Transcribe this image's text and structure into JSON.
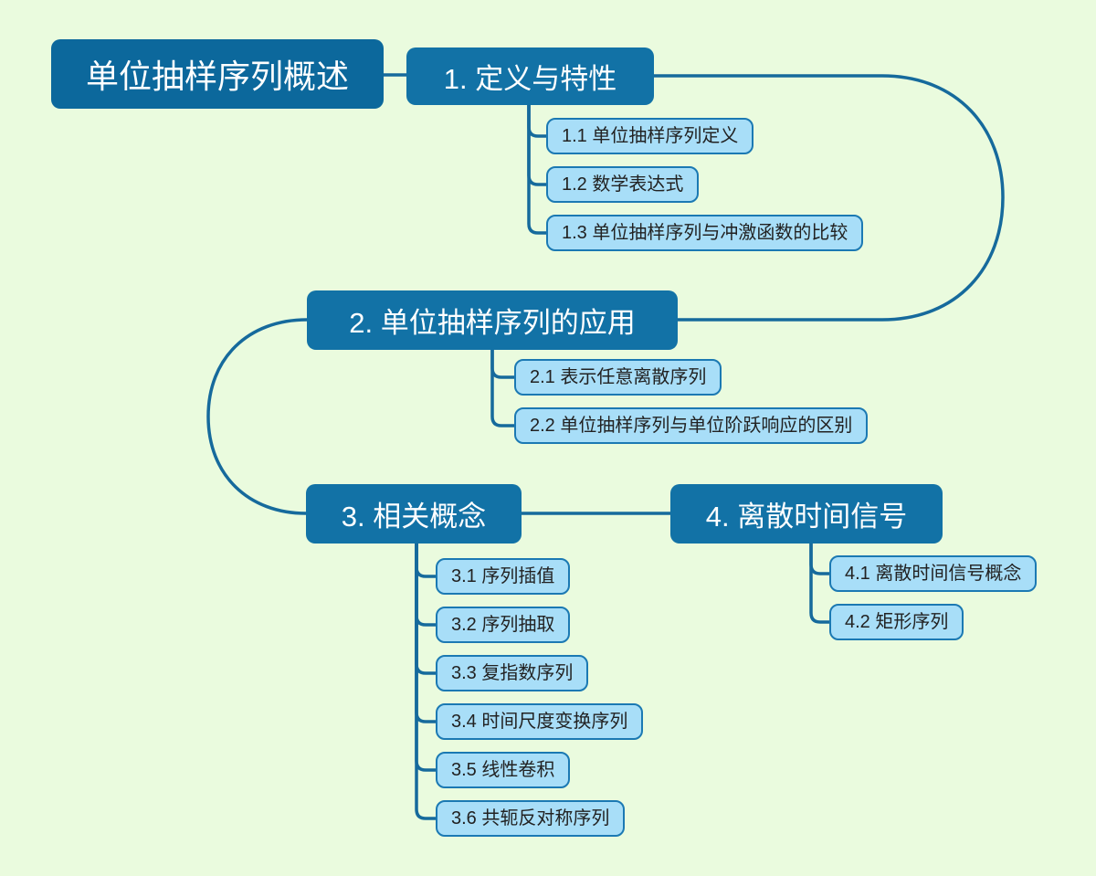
{
  "root": {
    "label": "单位抽样序列概述"
  },
  "branches": [
    {
      "label": "1. 定义与特性",
      "children": [
        "1.1 单位抽样序列定义",
        "1.2 数学表达式",
        "1.3 单位抽样序列与冲激函数的比较"
      ]
    },
    {
      "label": "2. 单位抽样序列的应用",
      "children": [
        "2.1 表示任意离散序列",
        "2.2 单位抽样序列与单位阶跃响应的区别"
      ]
    },
    {
      "label": "3. 相关概念",
      "children": [
        "3.1 序列插值",
        "3.2 序列抽取",
        "3.3 复指数序列",
        "3.4 时间尺度变换序列",
        "3.5 线性卷积",
        "3.6 共轭反对称序列"
      ]
    },
    {
      "label": "4. 离散时间信号",
      "children": [
        "4.1 离散时间信号概念",
        "4.2 矩形序列"
      ]
    }
  ],
  "colors": {
    "background": "#EAFBDE",
    "root_fill": "#0C689C",
    "node_fill": "#1272A6",
    "node_text": "#FFFFFF",
    "child_fill": "#A8DEF8",
    "child_border": "#1B79B3",
    "child_text": "#222222",
    "connector": "#166A9C"
  }
}
